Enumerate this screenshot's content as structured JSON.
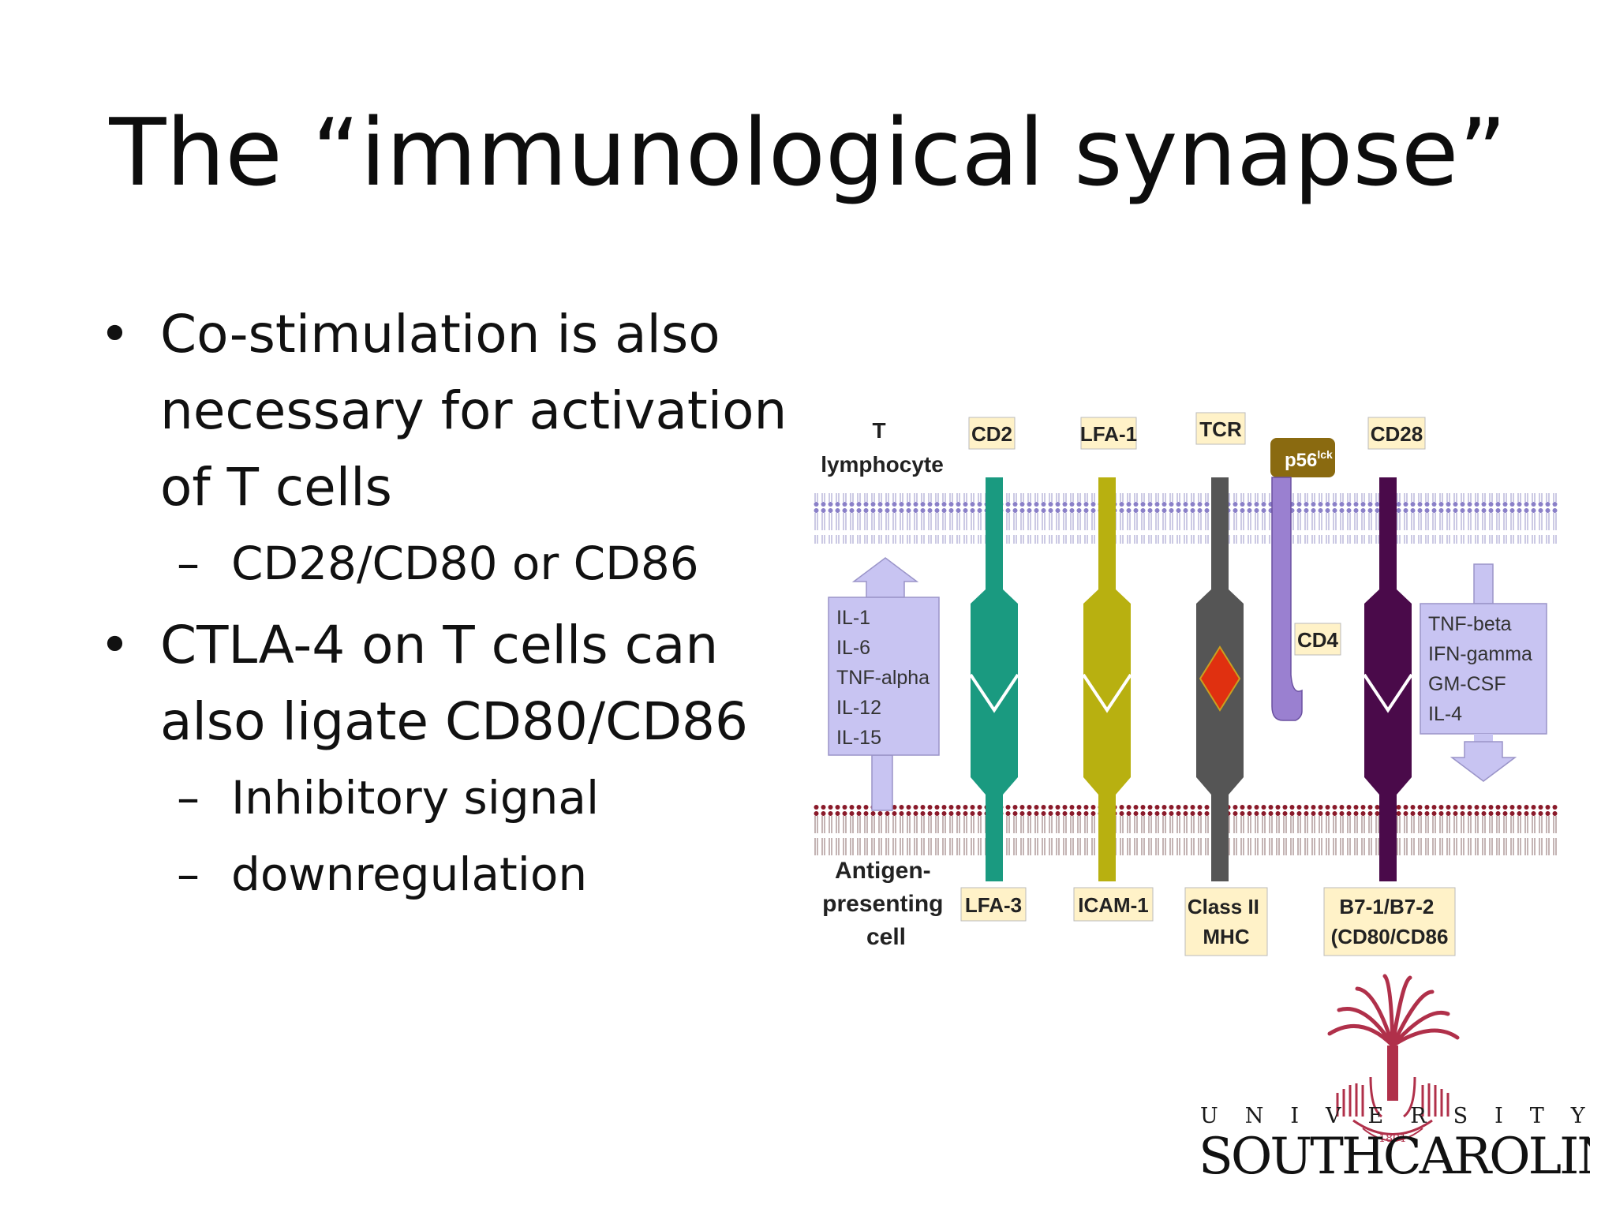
{
  "slide": {
    "title": "The “immunological synapse”",
    "bullets": [
      {
        "text": "Co-stimulation is also necessary for activation of T cells",
        "lines": [
          "Co-stimulation is also",
          "necessary for activation",
          "of T cells"
        ],
        "subs": [
          "CD28/CD80 or CD86"
        ]
      },
      {
        "text": "CTLA-4 on T cells can also ligate CD80/CD86",
        "lines": [
          "CTLA-4 on T cells can",
          "also ligate CD80/CD86"
        ],
        "subs": [
          "Inhibitory signal",
          "downregulation"
        ]
      }
    ],
    "bullet_glyph": "•",
    "sub_glyph": "–"
  },
  "diagram": {
    "t_cell_label": [
      "T",
      "lymphocyte"
    ],
    "apc_label": [
      "Antigen-",
      "presenting",
      "cell"
    ],
    "top_receptors": [
      "CD2",
      "LFA-1",
      "TCR",
      "CD28"
    ],
    "kinase": {
      "base": "p56",
      "sup": "lck"
    },
    "co_receptor": "CD4",
    "bottom_ligands": [
      "LFA-3",
      "ICAM-1",
      [
        "Class II",
        "MHC"
      ],
      [
        "B7-1/B7-2",
        "(CD80/CD86"
      ]
    ],
    "apc_cytokines": [
      "IL-1",
      "IL-6",
      "TNF-alpha",
      "IL-12",
      "IL-15"
    ],
    "tcell_cytokines": [
      "TNF-beta",
      "IFN-gamma",
      "GM-CSF",
      "IL-4"
    ],
    "colors": {
      "cd2": "#1a9a80",
      "lfa1": "#b8b010",
      "tcr": "#555555",
      "cd28": "#4a0a4a",
      "diamond": "#e03010",
      "cd4": "#9a80d0",
      "membrane_top": "#8a80c8",
      "membrane_bottom": "#8a1a2a",
      "cytokine_box": "#c8c4f2",
      "label_box": "#fff2c8",
      "kinase": "#8a6a10"
    }
  },
  "logo": {
    "line1": "UNIVERSITY OF",
    "line2": "SOUTHCAROLINA",
    "year": "1801"
  }
}
